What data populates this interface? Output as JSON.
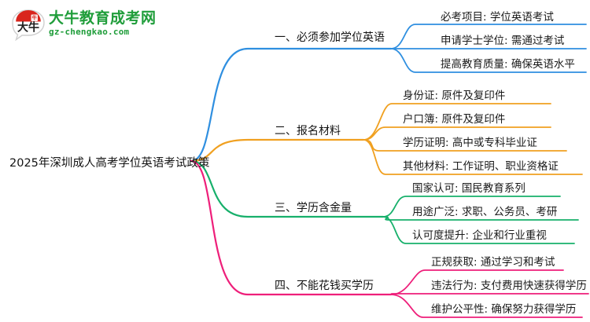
{
  "logo": {
    "mark_text": "大牛",
    "name_cn": "大牛教育成考网",
    "name_en": "gz-chengkao.com",
    "brand_green": "#1f9d3a",
    "brand_red": "#d9251d"
  },
  "mindmap": {
    "root": {
      "label": "2025年深圳成人高考学位英语考试政策"
    },
    "branches": [
      {
        "label": "一、必须参加学位英语",
        "color": "#2f8fe0",
        "children": [
          "必考项目: 学位英语考试",
          "申请学士学位: 需通过考试",
          "提高教育质量: 确保英语水平"
        ]
      },
      {
        "label": "二、报名材料",
        "color": "#f0a020",
        "children": [
          "身份证: 原件及复印件",
          "户口簿: 原件及复印件",
          "学历证明: 高中或专科毕业证",
          "其他材料: 工作证明、职业资格证"
        ]
      },
      {
        "label": "三、学历含金量",
        "color": "#17b06b",
        "children": [
          "国家认可: 国民教育系列",
          "用途广泛: 求职、公务员、考研",
          "认可度提升: 企业和行业重视"
        ]
      },
      {
        "label": "四、不能花钱买学历",
        "color": "#ee1f7a",
        "children": [
          "正规获取: 通过学习和考试",
          "违法行为: 支付费用快速获得学历",
          "维护公平性: 确保努力获得学历"
        ]
      }
    ]
  }
}
